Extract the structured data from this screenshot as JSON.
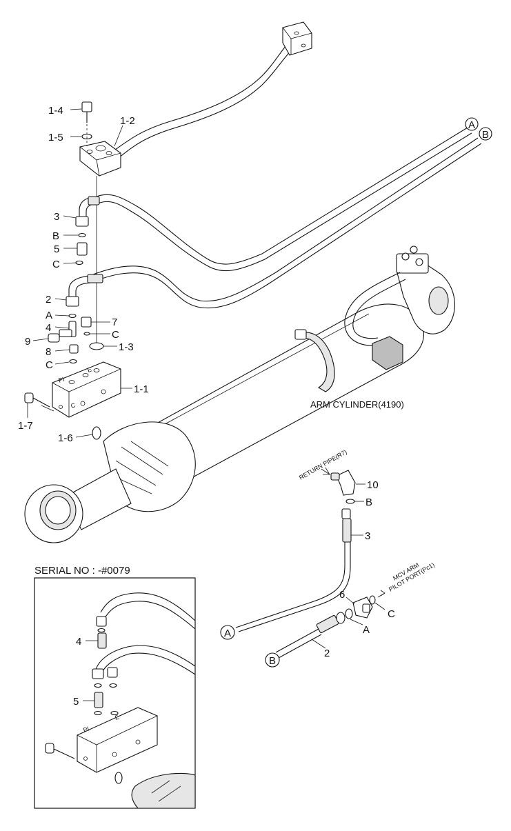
{
  "callouts": {
    "c1_1": "1-1",
    "c1_2": "1-2",
    "c1_3": "1-3",
    "c1_4": "1-4",
    "c1_5": "1-5",
    "c1_6": "1-6",
    "c1_7": "1-7",
    "c2": "2",
    "c3": "3",
    "c4": "4",
    "c5": "5",
    "c6": "6",
    "c7": "7",
    "c8": "8",
    "c9": "9",
    "c10": "10",
    "cA": "A",
    "cB": "B",
    "cC": "C"
  },
  "connectors": {
    "A": "A",
    "B": "B"
  },
  "labels": {
    "arm_cylinder": "ARM CYLINDER(4190)",
    "return_pipe": "RETURN PIPE(R7)",
    "mcv_arm": "MCV ARM",
    "pilot_port": "PILOT PORT(Pc1)",
    "serial_no": "SERIAL NO : -#0079",
    "block_mark_pi": "PI",
    "block_mark_e": "E",
    "block_mark_c": "C"
  },
  "inset_callouts": {
    "c4": "4",
    "c5": "5"
  }
}
